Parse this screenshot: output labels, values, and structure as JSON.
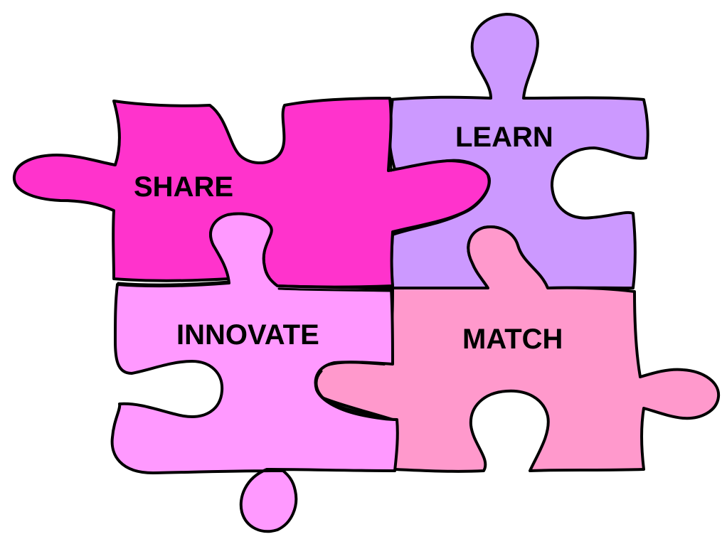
{
  "pieces": {
    "share": {
      "label": "SHARE",
      "color": "#ff33cc"
    },
    "learn": {
      "label": "LEARN",
      "color": "#cc99ff"
    },
    "innovate": {
      "label": "INNOVATE",
      "color": "#ff99ff"
    },
    "match": {
      "label": "MATCH",
      "color": "#ff99cc"
    }
  },
  "colors": {
    "outline": "#000000",
    "background": "#ffffff"
  }
}
